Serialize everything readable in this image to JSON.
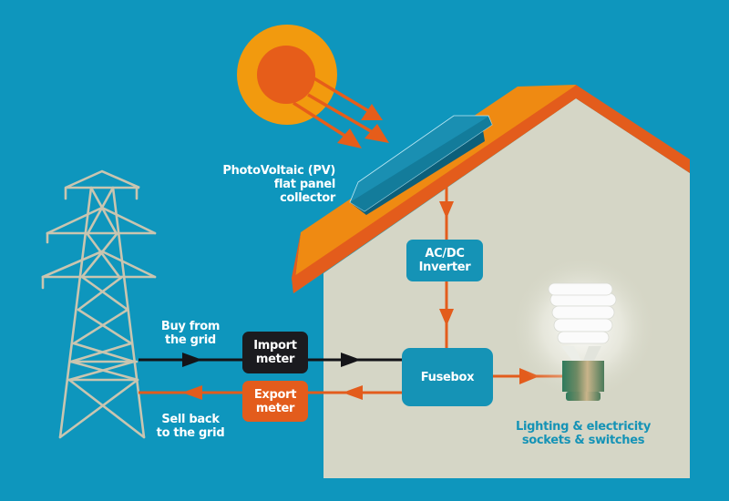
{
  "colors": {
    "background": "#0e96bd",
    "house_wall": "#d5d6c6",
    "roof_top": "#ef8a12",
    "roof_edge": "#e35c1c",
    "sun_outer": "#f29a0e",
    "sun_inner": "#e65d1a",
    "panel": "#1a8fb2",
    "panel_dark": "#0c5f7a",
    "pylon": "#c9c5b0",
    "import_box": "#1b1b1f",
    "export_box": "#e35c1c",
    "system_box": "#1593b6",
    "flow_orange": "#e35c1c",
    "flow_black": "#141418",
    "caption_teal": "#1593b6"
  },
  "labels": {
    "pv_line1": "PhotoVoltaic (PV)",
    "pv_line2": "flat panel collector",
    "buy_line1": "Buy from",
    "buy_line2": "the grid",
    "sell_line1": "Sell back",
    "sell_line2": "to the grid",
    "lighting_line1": "Lighting & electricity",
    "lighting_line2": "sockets & switches"
  },
  "boxes": {
    "inverter_line1": "AC/DC",
    "inverter_line2": "Inverter",
    "import_line1": "Import",
    "import_line2": "meter",
    "export_line1": "Export",
    "export_line2": "meter",
    "fusebox": "Fusebox"
  },
  "icons": {
    "sun": "sun-icon",
    "pylon": "electricity-pylon-icon",
    "bulb": "energy-saving-bulb-icon",
    "panel": "solar-panel-icon",
    "house": "house-icon"
  }
}
